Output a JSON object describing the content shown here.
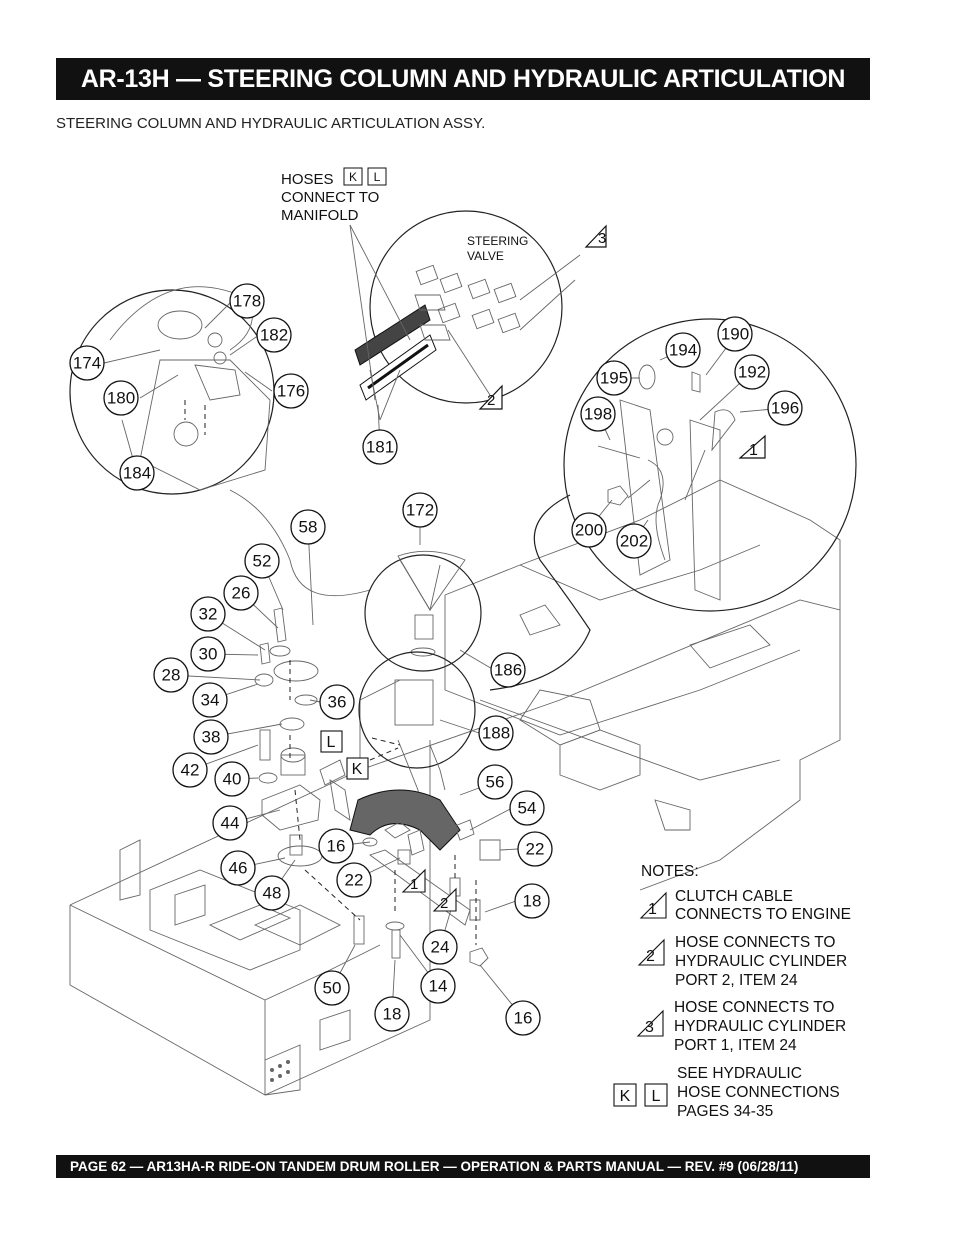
{
  "header": {
    "title": "AR-13H — STEERING COLUMN AND HYDRAULIC ARTICULATION ASSY."
  },
  "subtitle": "STEERING COLUMN AND HYDRAULIC ARTICULATION ASSY.",
  "hoses_label": {
    "line1": "HOSES",
    "box_k": "K",
    "box_l": "L",
    "line2": "CONNECT TO",
    "line3": "MANIFOLD"
  },
  "steering_valve_label": {
    "line1": "STEERING",
    "line2": "VALVE"
  },
  "callouts": {
    "c174": "174",
    "c178": "178",
    "c182": "182",
    "c176": "176",
    "c180": "180",
    "c184": "184",
    "c181": "181",
    "c190": "190",
    "c194": "194",
    "c192": "192",
    "c195": "195",
    "c196": "196",
    "c198": "198",
    "c200": "200",
    "c202": "202",
    "c172": "172",
    "c58": "58",
    "c52": "52",
    "c26": "26",
    "c32": "32",
    "c30": "30",
    "c28": "28",
    "c34": "34",
    "c36": "36",
    "c38": "38",
    "c42": "42",
    "c40": "40",
    "c44": "44",
    "c46": "46",
    "c48": "48",
    "c50": "50",
    "c186": "186",
    "c188": "188",
    "c56": "56",
    "c54": "54",
    "c22a": "22",
    "c22b": "22",
    "c16a": "16",
    "c16b": "16",
    "c18a": "18",
    "c18b": "18",
    "c24": "24",
    "c14": "14"
  },
  "flags": {
    "t3": "3",
    "t2": "2",
    "t1": "1",
    "inline_1": "1",
    "inline_2": "2",
    "box_l": "L",
    "box_k": "K"
  },
  "notes": {
    "heading": "NOTES:",
    "n1": {
      "mark": "1",
      "line1": "CLUTCH CABLE",
      "line2": "CONNECTS TO ENGINE"
    },
    "n2": {
      "mark": "2",
      "line1": "HOSE CONNECTS TO",
      "line2": "HYDRAULIC CYLINDER",
      "line3": "PORT 2, ITEM 24"
    },
    "n3": {
      "mark": "3",
      "line1": "HOSE CONNECTS TO",
      "line2": "HYDRAULIC CYLINDER",
      "line3": "PORT 1, ITEM 24"
    },
    "n4": {
      "box_k": "K",
      "box_l": "L",
      "line1": "SEE HYDRAULIC",
      "line2": "HOSE CONNECTIONS",
      "line3": "PAGES 34-35"
    }
  },
  "footer": {
    "text": "PAGE 62 — AR13HA-R RIDE-ON TANDEM DRUM ROLLER — OPERATION & PARTS MANUAL — REV. #9  (06/28/11)"
  }
}
